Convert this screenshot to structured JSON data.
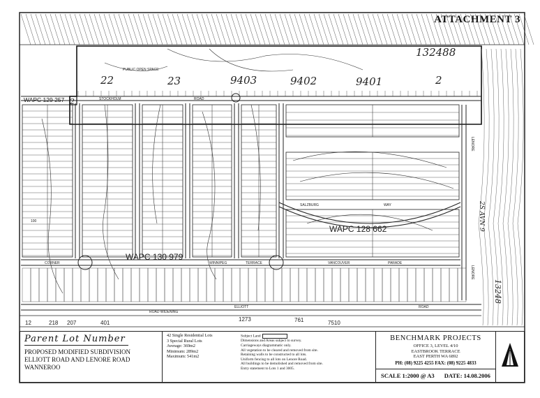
{
  "header": {
    "attachment": "ATTACHMENT 3"
  },
  "handwritten": {
    "parent_lot_number": "Parent Lot Number",
    "lot_numbers": [
      "22",
      "23",
      "9403",
      "9402",
      "9401",
      "2"
    ],
    "top_right_number": "132488",
    "left_lot": "2",
    "right_vertical": "13248",
    "right_vertical2": "2S AVN 9"
  },
  "wapc_labels": [
    "WAPC 129 257",
    "WAPC 130 979",
    "WAPC 128 662"
  ],
  "map_labels": {
    "public_open_space": "PUBLIC OPEN SPACE",
    "stockholm": "STOCKHOLM",
    "road": "ROAD",
    "salzburg": "SALZBURG",
    "way": "WAY",
    "corner": "CORNER",
    "winnipeg": "WINNIPEG",
    "terrace": "TERRACE",
    "vancouver": "VANCOUVER",
    "parade": "PARADE",
    "elliott": "ELLIOTT",
    "road_widening": "ROAD WIDENING",
    "lenore": "LENORE",
    "lot_100": "100",
    "bottom_lots": [
      "12",
      "218",
      "207",
      "401",
      "1273",
      "761",
      "7510"
    ]
  },
  "title_block": {
    "project_lines": [
      "PROPOSED MODIFIED SUBDIVISION",
      "ELLIOTT ROAD AND LENORE ROAD",
      "WANNEROO"
    ],
    "stats": [
      "42 Single Residential Lots",
      "3 Special Rural Lots",
      "Average: 369m2",
      "Minimum: 289m2",
      "Maximum: 541m2"
    ],
    "notes": [
      "Subject Land",
      "Dimensions and Areas subject to survey.",
      "Carriageways diagrammatic only.",
      "All vegetation to be cleared and removed from site.",
      "Retaining walls to be constructed to all lots.",
      "Uniform fencing to all lots on Lenore Road.",
      "All buildings to be demolished and removed from site.",
      "Entry statement to Lots 1 and 3005."
    ],
    "company": {
      "name": "BENCHMARK PROJECTS",
      "address": [
        "OFFICE 3, LEVEL 4/10",
        "EASTBROOK TERRACE",
        "EAST PERTH WA 6892"
      ],
      "phone": "PH: (08) 9225 4255  FAX: (08) 9225 4833",
      "scale": "SCALE 1:2000 @ A3",
      "date": "DATE: 14.08.2006"
    }
  }
}
